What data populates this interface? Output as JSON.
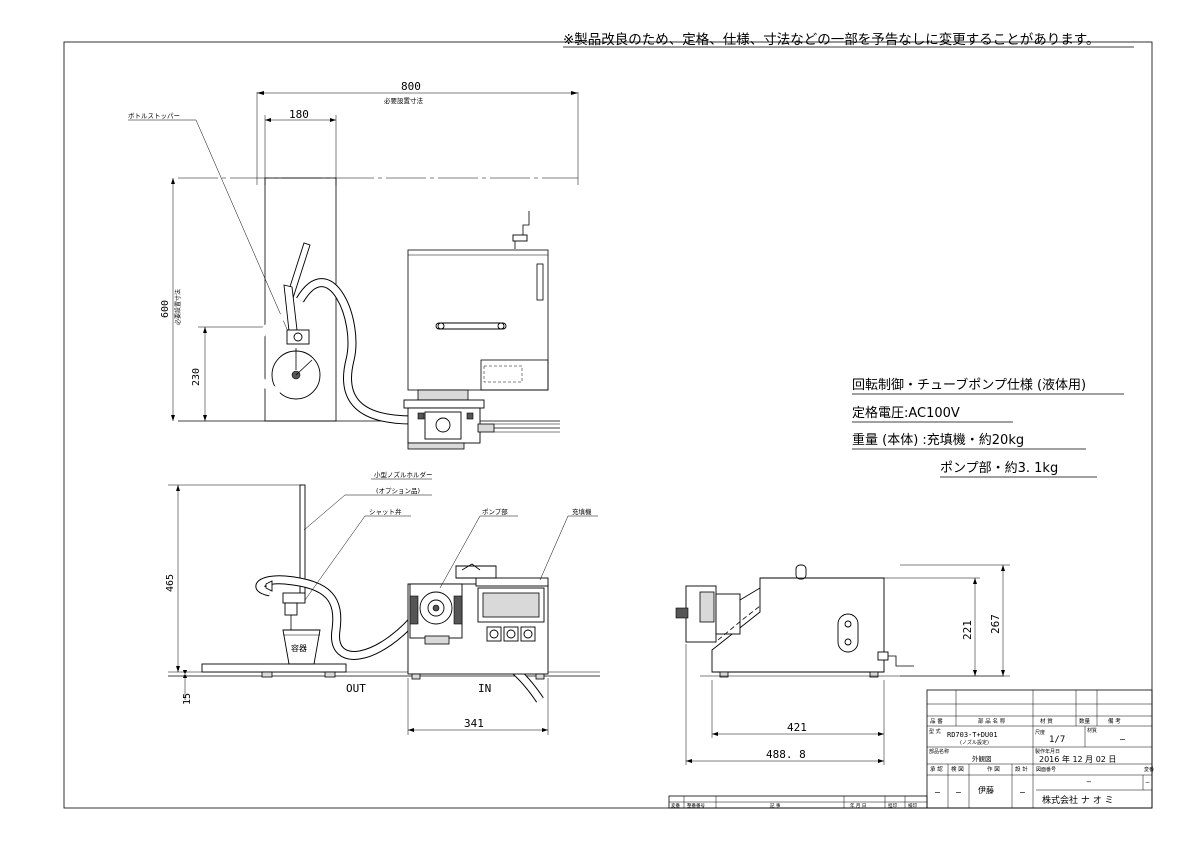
{
  "notice": "※製品改良のため、定格、仕様、寸法などの一部を予告なしに変更することがあります。",
  "dimensions": {
    "install_width": "800",
    "install_width_label": "必要設置寸法",
    "w180": "180",
    "install_height": "600",
    "install_height_label": "必要設置寸法",
    "h230": "230",
    "h465": "465",
    "h15": "15",
    "w341": "341",
    "w421": "421",
    "w488": "488. 8",
    "h221": "221",
    "h267": "267"
  },
  "callouts": {
    "bottle_stopper": "ボトルストッパー",
    "nozzle_holder": "小型ノズルホルダー",
    "option_item": "(オプション品)",
    "shut_valve": "シャット弁",
    "pump_unit": "ポンプ部",
    "filler": "充填機",
    "container": "容器",
    "out": "OUT",
    "in": "IN"
  },
  "specs": {
    "line1": "回転制御・チューブポンプ仕様 (液体用)",
    "line2": "定格電圧:AC100V",
    "line3": "重量 (本体) :充填機・約20kg",
    "line4": "ポンプ部・約3. 1kg"
  },
  "title_block": {
    "col_item_no": "品 番",
    "col_part_name": "部 品 名 称",
    "col_material": "材 質",
    "col_qty": "数量",
    "col_remarks": "備 考",
    "model_label": "型 式",
    "model": "RD703-T+DU01",
    "model_sub": "(ノズル設定)",
    "scale_label": "尺度",
    "scale": "1/7",
    "material_label": "材質",
    "material": "−",
    "part_name_label": "部品名称",
    "part_name": "外観図",
    "date_label": "製作年月日",
    "date": "2016 年 12 月 02 日",
    "sig_approve": "承 認",
    "sig_check": "検 図",
    "sig_draw": "作 図",
    "sig_design": "設 計",
    "drawing_no_label": "図面番号",
    "drawing_no": "−",
    "revision_label": "変番",
    "revision": "−",
    "approve_val": "−",
    "check_val": "−",
    "drawer": "伊藤",
    "design_val": "−",
    "company": "株式会社 ナ オ ミ"
  },
  "revision_table": {
    "c1": "変番",
    "c2": "整番番号",
    "c3": "記 事",
    "c4": "年 月 日",
    "c5": "担印",
    "c6": "検印"
  }
}
